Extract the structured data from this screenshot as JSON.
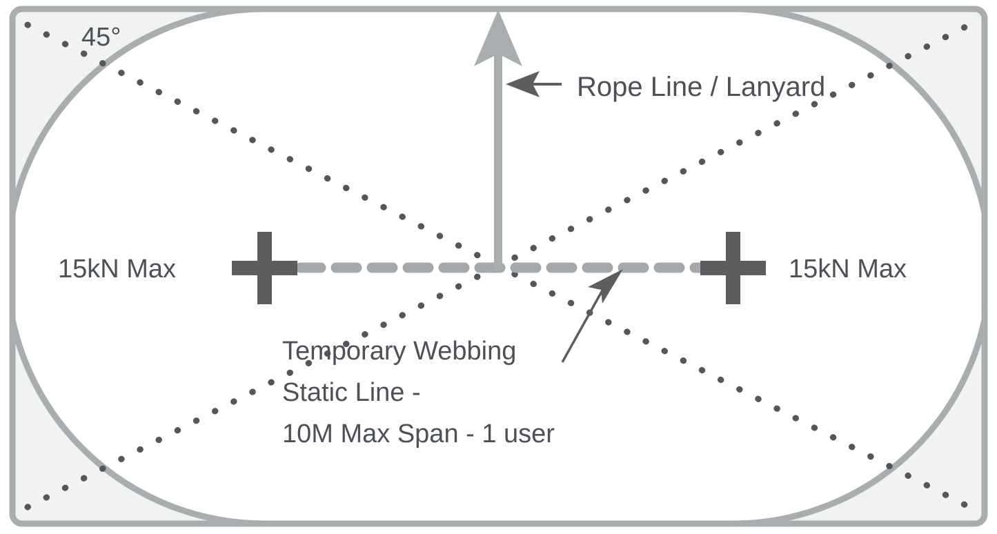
{
  "diagram": {
    "title": "Temporary Webbing Static Line Anchor Span Diagram",
    "colors": {
      "outline_gray": "#a8adb0",
      "corner_fill": "#f1f3f3",
      "anchor_dark": "#5d5d60",
      "dash_gray": "#a4a9ad",
      "text_slate": "#4c5057",
      "page_bg": "#ffffff"
    },
    "labels": {
      "angle": "45°",
      "anchor_left": "15kN Max",
      "anchor_right": "15kN Max",
      "rope": "Rope Line / Lanyard",
      "webbing_line1": "Temporary Webbing",
      "webbing_line2": "Static Line -",
      "webbing_line3": "10M Max Span - 1 user"
    },
    "elements": {
      "outer_boundary": "rounded-rectangle-boundary",
      "stadium": "capsule-work-zone",
      "diagonals": "dotted-45-degree-diagonals",
      "anchor_left": "cross-anchor-point",
      "anchor_right": "cross-anchor-point",
      "span_line": "dashed-horizontal-webbing-span",
      "rope_line": "vertical-rope-line-with-arrow",
      "rope_leader": "leader-arrow-pointing-left",
      "webbing_leader": "leader-arrow-pointing-upright"
    }
  }
}
